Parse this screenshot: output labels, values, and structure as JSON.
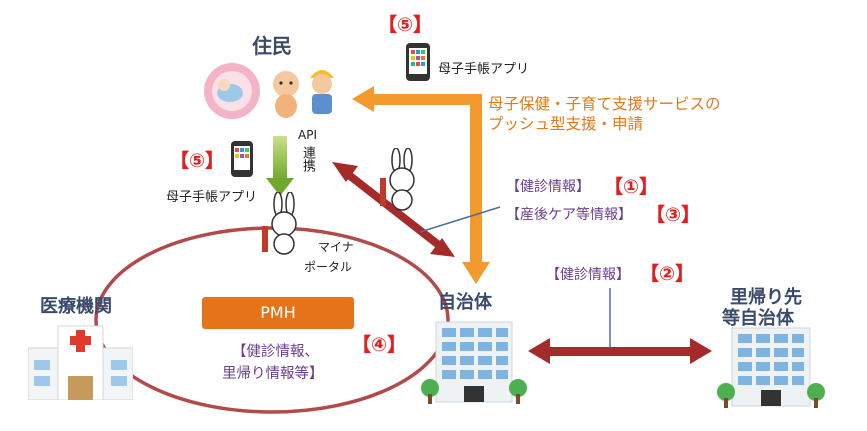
{
  "actors": {
    "residents": "住民",
    "medical": "医療機関",
    "municipality": "自治体",
    "home_municipality_line1": "里帰り先",
    "home_municipality_line2": "等自治体"
  },
  "apps": {
    "top_badge": "【⑤】",
    "top_app_label": "母子手帳アプリ",
    "left_badge": "【⑤】",
    "left_app_label": "母子手帳アプリ"
  },
  "api": {
    "line1": "API",
    "line2": "連携"
  },
  "mynaportal": {
    "line1": "マイナ",
    "line2": "ポータル"
  },
  "push_service": {
    "line1": "母子保健・子育て支援サービスの",
    "line2": "プッシュ型支援・申請"
  },
  "flows": {
    "checkup_info": "【健診情報】",
    "checkup_num": "【①】",
    "postnatal_info": "【産後ケア等情報】",
    "postnatal_num": "【③】",
    "checkup_info2": "【健診情報】",
    "checkup_num2": "【②】"
  },
  "pmh": {
    "label": "PMH",
    "line1": "【健診情報、",
    "line2": "里帰り情報等】",
    "num": "【④】"
  },
  "colors": {
    "accent_orange": "#f39a2e",
    "pmh_orange": "#e5731a",
    "arrow_red": "#a52a2a",
    "api_green": "#8dbb3a",
    "badge_red": "#e02020",
    "text_purple": "#6b3e8e",
    "title_navy": "#3a4a6a"
  },
  "icons": [
    "smartphone-icon",
    "mother-baby-icon",
    "baby-icon",
    "child-icon",
    "rabbit-mascot-icon",
    "hospital-icon",
    "office-building-icon"
  ]
}
